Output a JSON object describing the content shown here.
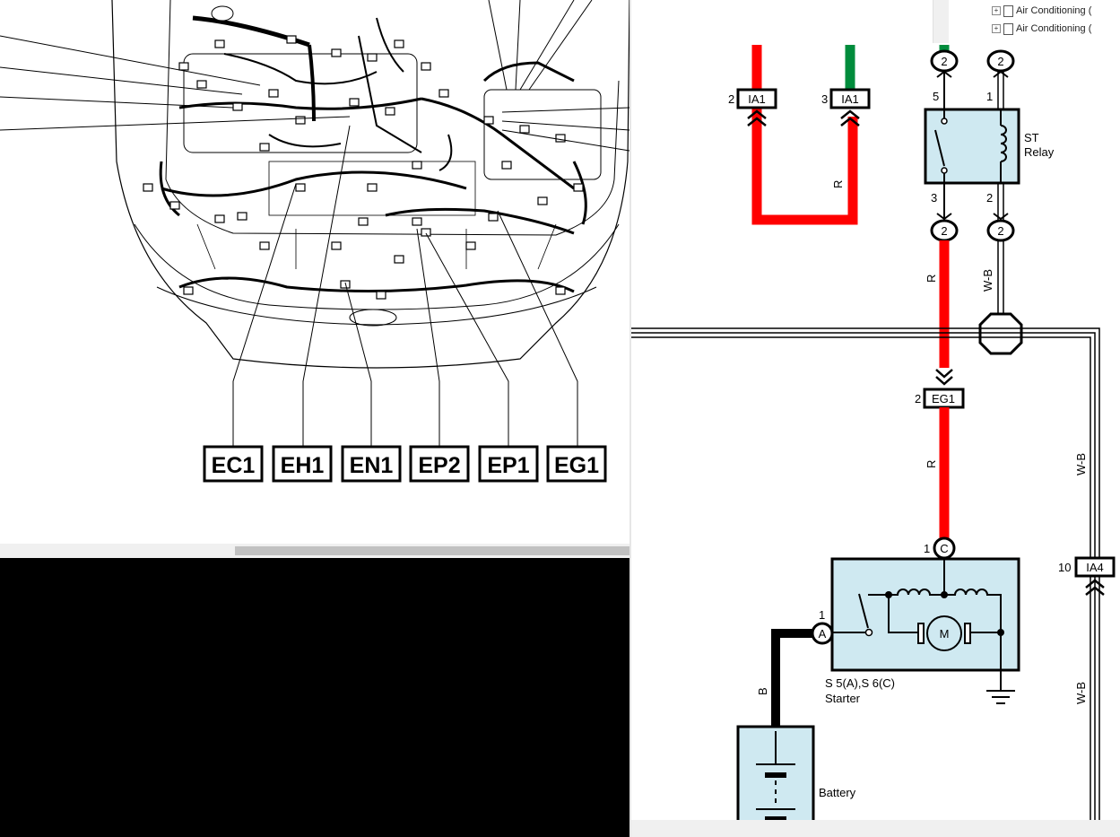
{
  "tree": {
    "items": [
      {
        "label": "Air Conditioning ("
      },
      {
        "label": "Air Conditioning ("
      }
    ]
  },
  "engine_connectors": [
    "EC1",
    "EH1",
    "EN1",
    "EP2",
    "EP1",
    "EG1"
  ],
  "wiring": {
    "ia1_left": {
      "pin": "2",
      "label": "IA1"
    },
    "ia1_right": {
      "pin": "3",
      "label": "IA1"
    },
    "ia1_wire_color": "R",
    "relay": {
      "name_line1": "ST",
      "name_line2": "Relay",
      "pin_top_left": "5",
      "pin_top_right": "1",
      "pin_bottom_left": "3",
      "pin_bottom_right": "2"
    },
    "circle_label": "2",
    "wire_r_upper": "R",
    "wire_wb_upper": "W-B",
    "eg1": {
      "pin": "2",
      "label": "EG1"
    },
    "wire_r_lower": "R",
    "wire_wb_right": "W-B",
    "ia4": {
      "pin": "10",
      "label": "IA4"
    },
    "wire_wb_lower": "W-B",
    "starter": {
      "pin_c": "1",
      "circle_c": "C",
      "pin_a": "1",
      "circle_a": "A",
      "motor": "M",
      "label_line1": "S 5(A),S 6(C)",
      "label_line2": "Starter"
    },
    "wire_b": "B",
    "battery": "Battery"
  },
  "colors": {
    "red_wire": "#ff0000",
    "green_wire": "#008c3c",
    "component_fill": "#cfe9f1",
    "black_pane": "#000000"
  }
}
